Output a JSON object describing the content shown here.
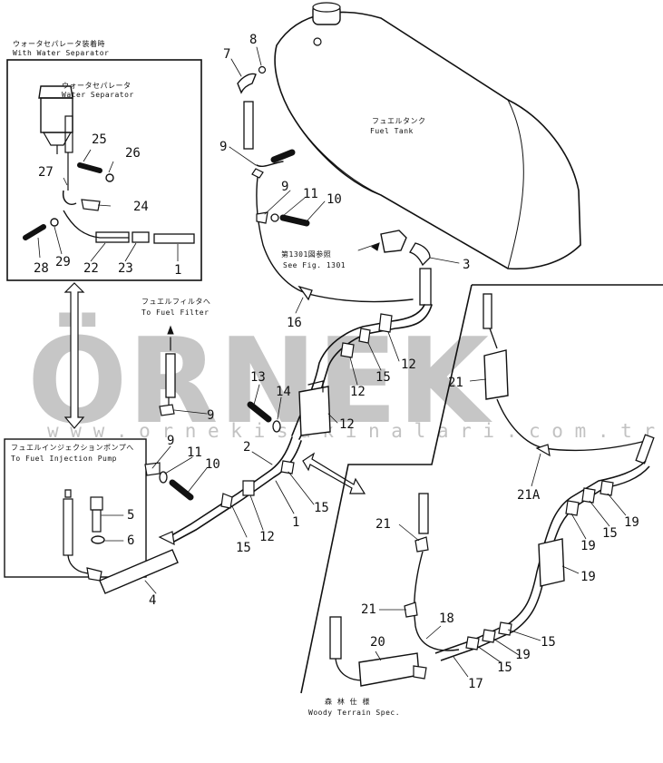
{
  "inset_top": {
    "caption_jp": "ウォータセパレータ装着時",
    "caption_en": "With Water Separator",
    "separator_jp": "ウォータセパレータ",
    "separator_en": "Water Separator",
    "part_numbers": [
      "25",
      "26",
      "27",
      "24",
      "28",
      "29",
      "22",
      "23",
      "1"
    ]
  },
  "inset_pump": {
    "caption_jp": "フュエルインジェクションポンプへ",
    "caption_en": "To Fuel Injection Pump"
  },
  "tank": {
    "caption_jp": "フュエルタンク",
    "caption_en": "Fuel Tank"
  },
  "see_fig": {
    "caption_jp": "第1301図参照",
    "caption_en": "See Fig. 1301"
  },
  "fuel_filter": {
    "caption_jp": "フュエルフィルタへ",
    "caption_en": "To Fuel Filter"
  },
  "woody": {
    "caption_jp": "森 林 仕 様",
    "caption_en": "Woody Terrain Spec."
  },
  "main_numbers": [
    "8",
    "7",
    "9",
    "11",
    "10",
    "9",
    "3",
    "16",
    "12",
    "15",
    "12",
    "13",
    "14",
    "12",
    "9",
    "2",
    "9",
    "11",
    "10",
    "15",
    "5",
    "6",
    "12",
    "1",
    "15",
    "4"
  ],
  "woody_numbers": [
    "21",
    "21A",
    "19",
    "15",
    "19",
    "19",
    "21",
    "19",
    "21",
    "18",
    "20",
    "15",
    "19",
    "15",
    "17"
  ],
  "watermark": {
    "brand": "ÖRNEK",
    "url": "w w w . o r n e k i s a k i n a l a r i . c o m . t r"
  }
}
